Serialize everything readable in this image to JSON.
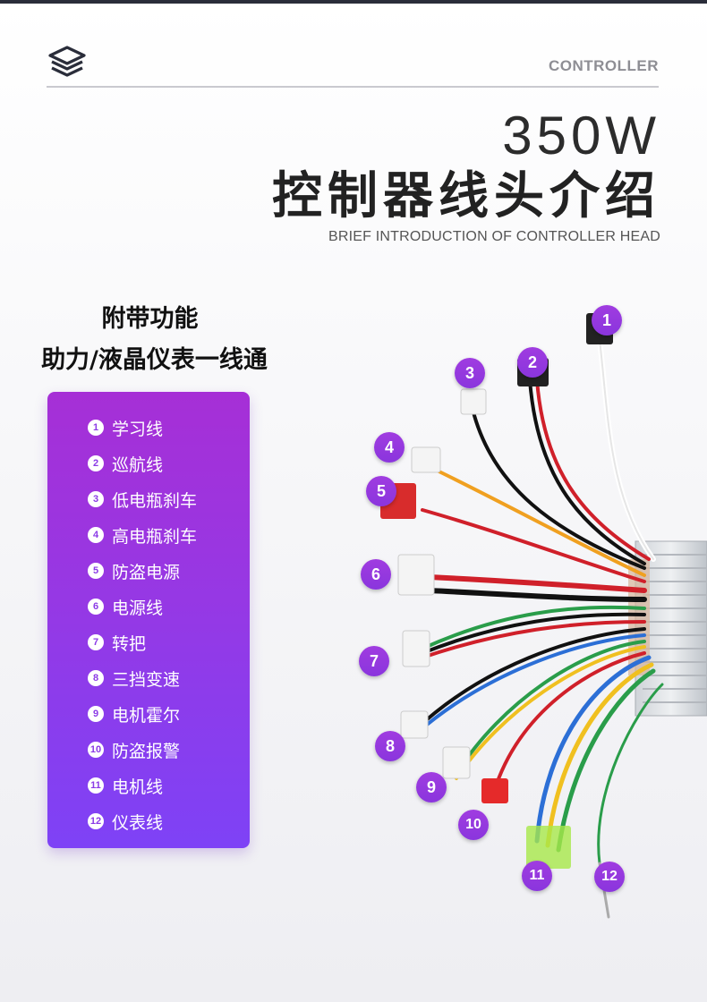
{
  "header": {
    "label": "CONTROLLER",
    "logo_icon": "layers-icon"
  },
  "title": {
    "power": "350W",
    "cn": "控制器线头介绍",
    "en": "BRIEF INTRODUCTION OF CONTROLLER HEAD"
  },
  "features": {
    "line1": "附带功能",
    "line2": "助力/液晶仪表一线通"
  },
  "wire_list": [
    {
      "num": "1",
      "label": "学习线"
    },
    {
      "num": "2",
      "label": "巡航线"
    },
    {
      "num": "3",
      "label": "低电瓶刹车"
    },
    {
      "num": "4",
      "label": "高电瓶刹车"
    },
    {
      "num": "5",
      "label": "防盗电源"
    },
    {
      "num": "6",
      "label": "电源线"
    },
    {
      "num": "7",
      "label": "转把"
    },
    {
      "num": "8",
      "label": "三挡变速"
    },
    {
      "num": "9",
      "label": "电机霍尔"
    },
    {
      "num": "10",
      "label": "防盗报警"
    },
    {
      "num": "11",
      "label": "电机线"
    },
    {
      "num": "12",
      "label": "仪表线"
    }
  ],
  "colors": {
    "accent_purple": "#9638e4",
    "header_bar": "#2a2d3a",
    "divider": "#c9c9cf"
  }
}
